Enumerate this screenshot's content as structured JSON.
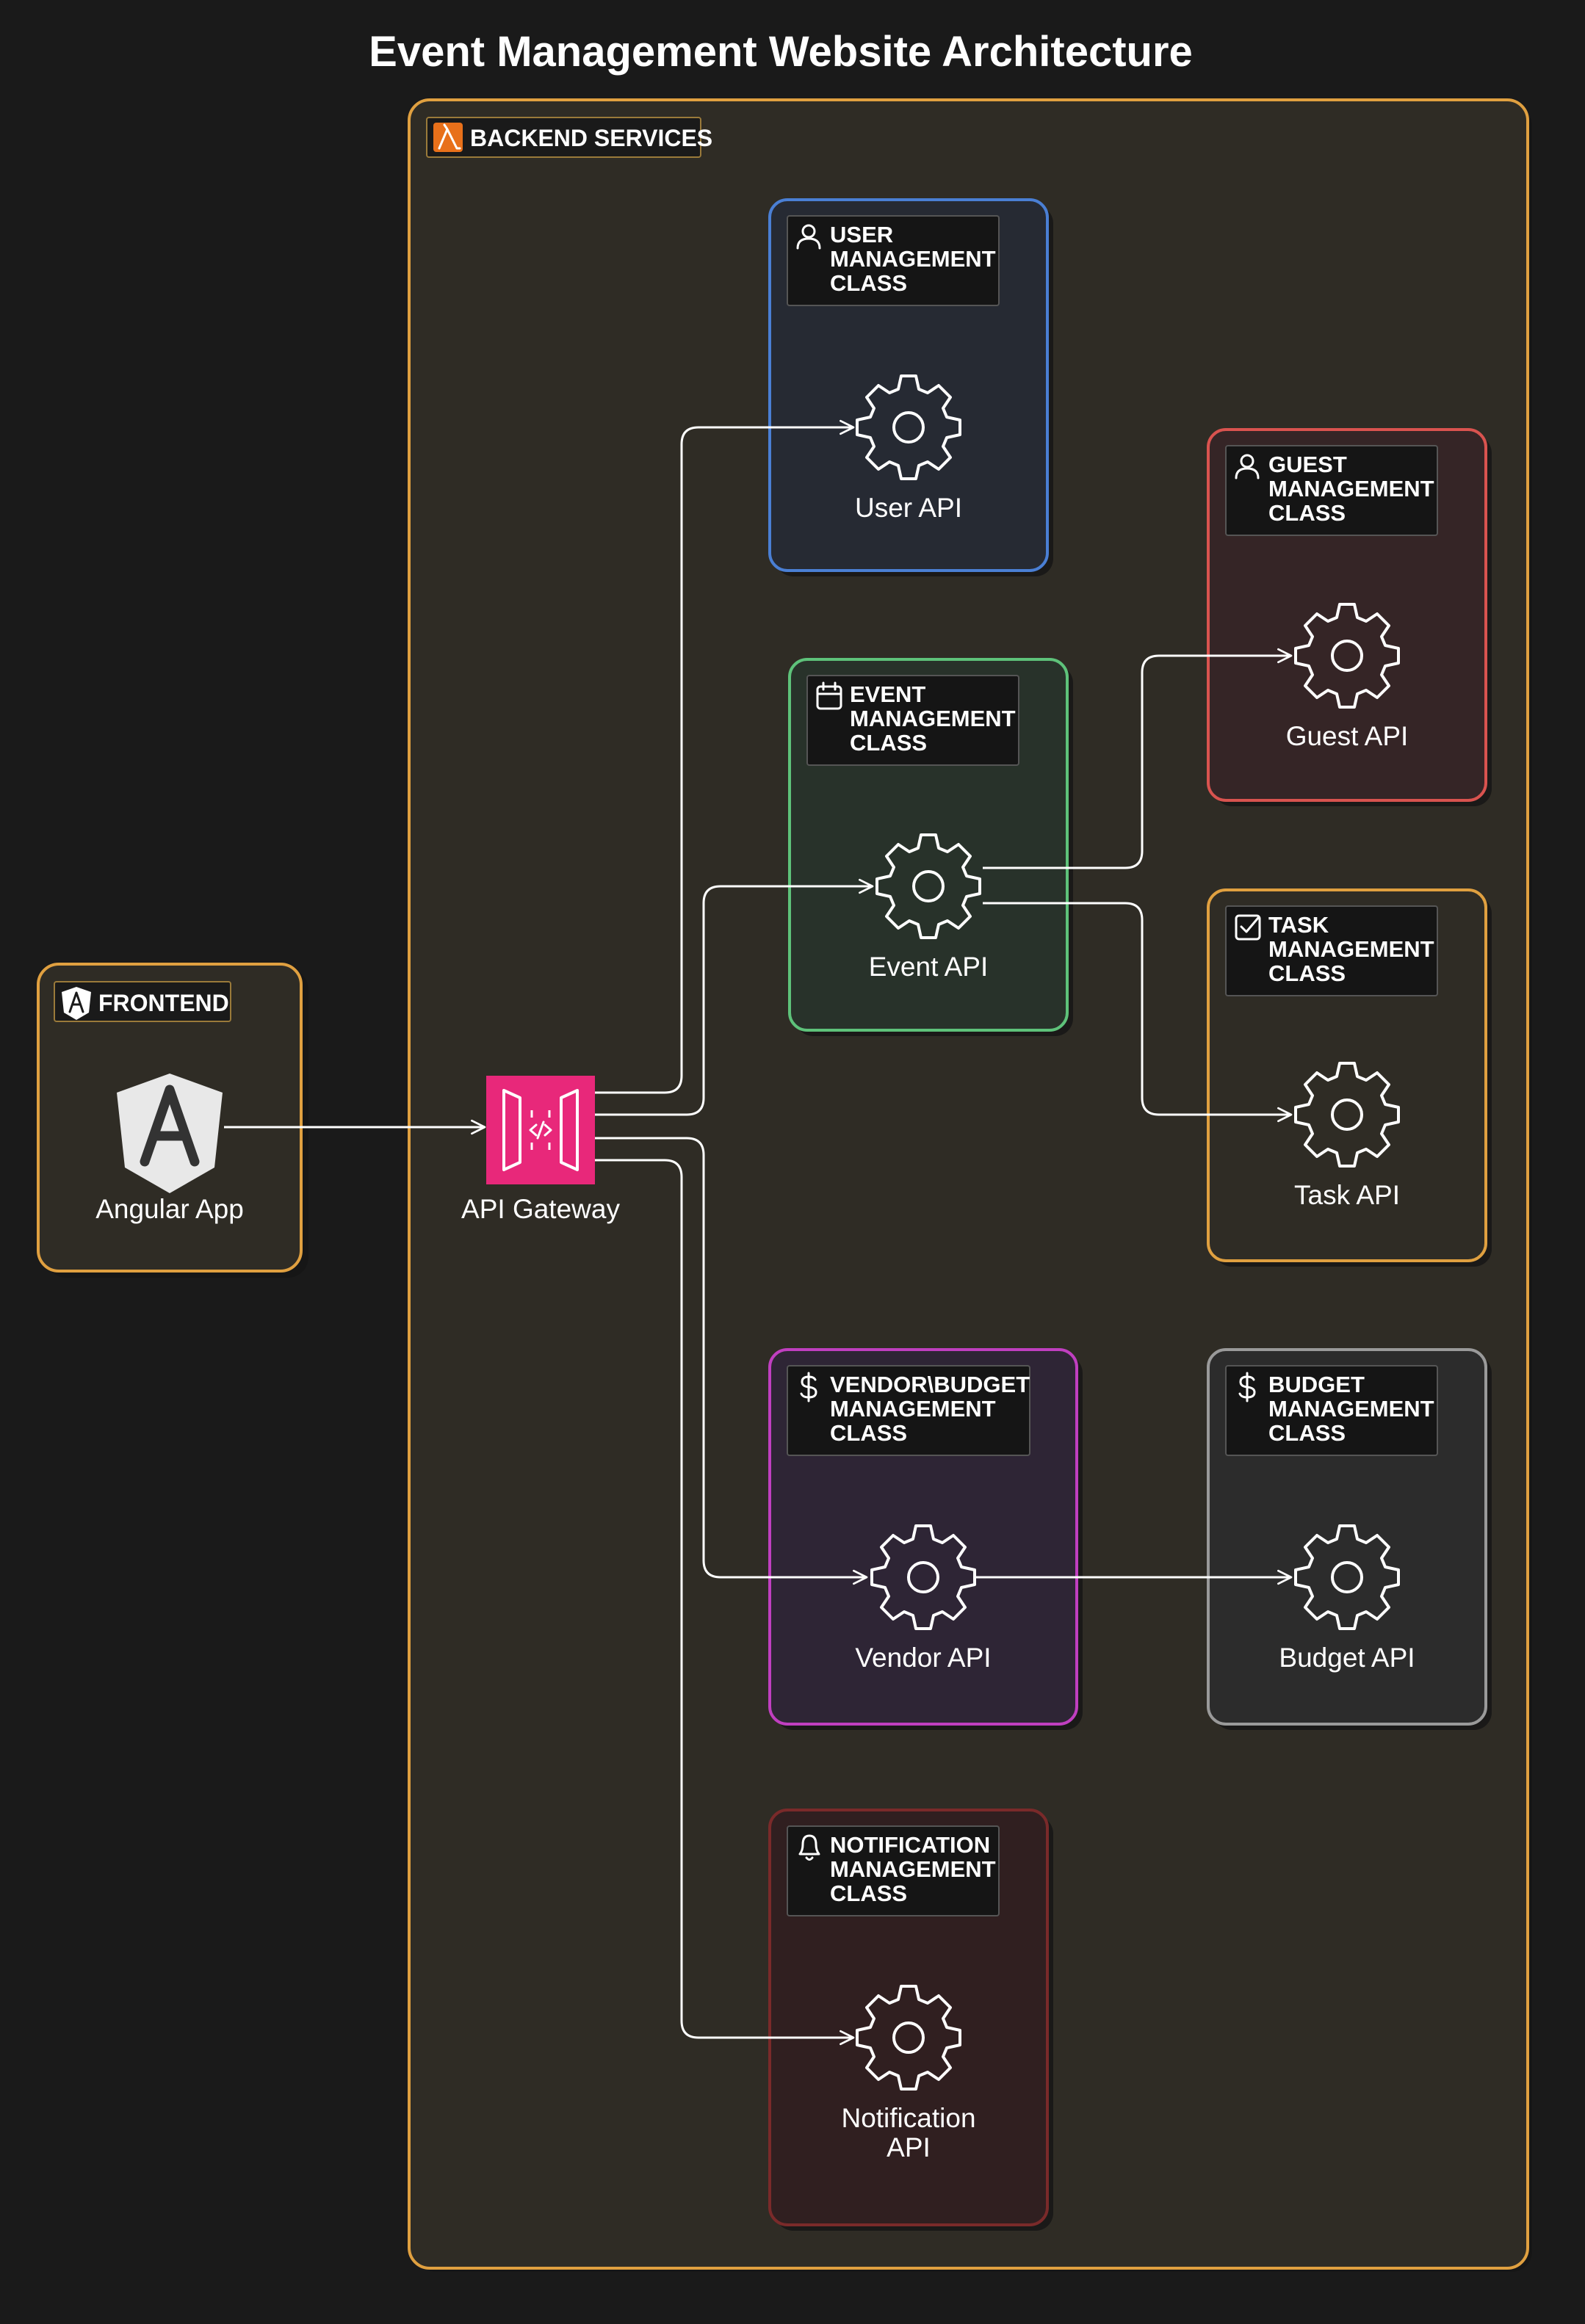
{
  "title": "Event Management Website Architecture",
  "frontend": {
    "badge": "FRONTEND",
    "app_label": "Angular App",
    "icon": "angular-icon",
    "border_color": "#e0a040"
  },
  "backend": {
    "badge": "BACKEND SERVICES",
    "icon": "lambda-icon",
    "border_color": "#e0a040",
    "gateway": {
      "label": "API Gateway",
      "icon": "api-gateway-icon",
      "color": "#e8287a"
    },
    "classes": {
      "user": {
        "title": [
          "USER",
          "MANAGEMENT",
          "CLASS"
        ],
        "api_label": [
          "User API"
        ],
        "icon": "user-icon",
        "border_color": "#4a7fd4"
      },
      "event": {
        "title": [
          "EVENT",
          "MANAGEMENT",
          "CLASS"
        ],
        "api_label": [
          "Event API"
        ],
        "icon": "calendar-icon",
        "border_color": "#5ec27a"
      },
      "guest": {
        "title": [
          "GUEST",
          "MANAGEMENT",
          "CLASS"
        ],
        "api_label": [
          "Guest API"
        ],
        "icon": "user-icon",
        "border_color": "#d9534f"
      },
      "task": {
        "title": [
          "TASK",
          "MANAGEMENT",
          "CLASS"
        ],
        "api_label": [
          "Task API"
        ],
        "icon": "checkbox-icon",
        "border_color": "#e0a040"
      },
      "vendor": {
        "title": [
          "VENDOR\\BUDGET",
          "MANAGEMENT",
          "CLASS"
        ],
        "api_label": [
          "Vendor API"
        ],
        "icon": "dollar-icon",
        "border_color": "#c03fc0"
      },
      "budget": {
        "title": [
          "BUDGET",
          "MANAGEMENT",
          "CLASS"
        ],
        "api_label": [
          "Budget API"
        ],
        "icon": "dollar-icon",
        "border_color": "#9a9a9a"
      },
      "notification": {
        "title": [
          "NOTIFICATION",
          "MANAGEMENT",
          "CLASS"
        ],
        "api_label": [
          "Notification",
          "API"
        ],
        "icon": "bell-icon",
        "border_color": "#7a2a2a"
      }
    }
  }
}
